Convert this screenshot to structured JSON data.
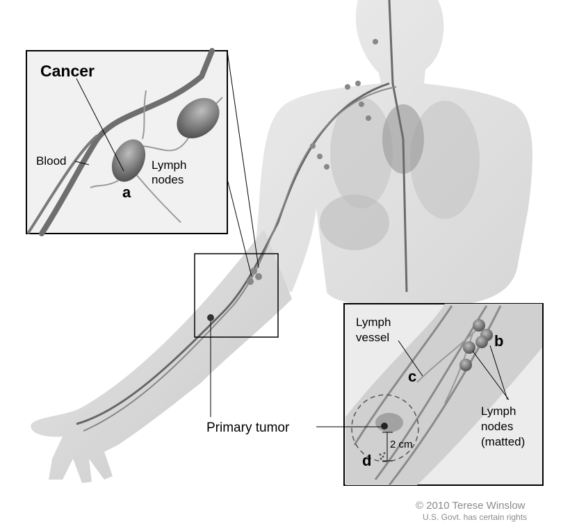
{
  "title": "Lymph node and primary tumor staging illustration",
  "inset_a": {
    "cancer_label": "Cancer",
    "blood_label": "Blood",
    "lymph_nodes_line1": "Lymph",
    "lymph_nodes_line2": "nodes",
    "letter": "a"
  },
  "inset_b": {
    "lymph_vessel_line1": "Lymph",
    "lymph_vessel_line2": "vessel",
    "letter_b": "b",
    "letter_c": "c",
    "letter_d": "d",
    "matted_line1": "Lymph",
    "matted_line2": "nodes",
    "matted_line3": "(matted)",
    "distance_label": "2 cm"
  },
  "primary_tumor_label": "Primary tumor",
  "copyright": {
    "line1": "© 2010 Terese Winslow",
    "line2": "U.S. Govt. has certain rights"
  },
  "colors": {
    "skin": "#d8d8d8",
    "vessel": "#7a7a7a",
    "node": "#6e6e6e",
    "outline": "#000000"
  }
}
